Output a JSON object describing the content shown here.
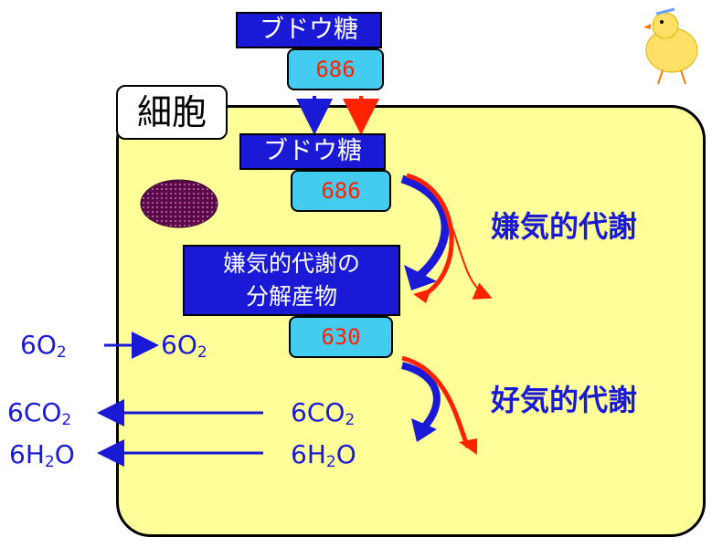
{
  "top": {
    "glucose_label": "ブドウ糖",
    "glucose_value": "686"
  },
  "cell": {
    "label": "細胞"
  },
  "inside": {
    "glucose_label": "ブドウ糖",
    "glucose_value": "686",
    "anaerobic_product_line1": "嫌気的代謝の",
    "anaerobic_product_line2": "分解産物",
    "anaerobic_product_value": "630"
  },
  "processes": {
    "anaerobic": "嫌気的代謝",
    "aerobic": "好気的代謝"
  },
  "chemicals": {
    "o2_coef": "6",
    "o2_base": "O",
    "o2_sub": "2",
    "co2_coef": "6",
    "co2_base": "CO",
    "co2_sub": "2",
    "h2o_coef": "6",
    "h2o_mid": "H",
    "h2o_sub": "2",
    "h2o_end": "O"
  },
  "colors": {
    "navy": "#1a1ad6",
    "cyan": "#44ccf0",
    "red": "#ff2200",
    "cell_fill": "#ffff99"
  },
  "icons": [
    "cell-nucleus-icon",
    "chick-illustration-icon"
  ]
}
